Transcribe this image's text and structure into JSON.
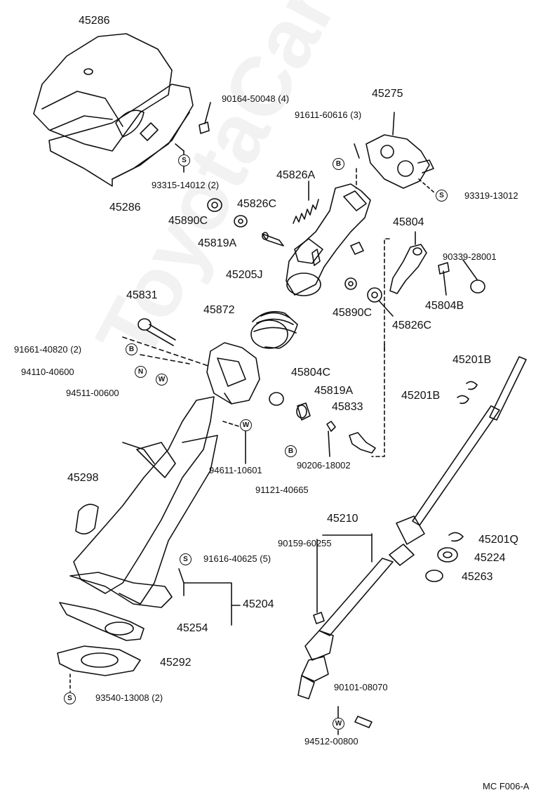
{
  "watermark": "ToyotaCarMine.ru",
  "figure_code": "MC F006-A",
  "symbols": {
    "S": "S",
    "B": "B",
    "N": "N",
    "W": "W"
  },
  "labels": {
    "p45286_top": "45286",
    "p45286_bot": "45286",
    "p90164": "90164-50048 (4)",
    "p93315": "93315-14012 (2)",
    "p45275": "45275",
    "p91611": "91611-60616 (3)",
    "p93319": "93319-13012",
    "p45826A": "45826A",
    "p45826C_1": "45826C",
    "p45890C_1": "45890C",
    "p45819A_1": "45819A",
    "p45205J": "45205J",
    "p45804": "45804",
    "p90339": "90339-28001",
    "p45804B": "45804B",
    "p45890C_2": "45890C",
    "p45826C_2": "45826C",
    "p45831": "45831",
    "p45872": "45872",
    "p91661": "91661-40820 (2)",
    "p94110": "94110-40600",
    "p94511": "94511-00600",
    "p45804C": "45804C",
    "p45819A_2": "45819A",
    "p45833": "45833",
    "p45201B_1": "45201B",
    "p45201B_2": "45201B",
    "p94611": "94611-10601",
    "p90206": "90206-18002",
    "p91121": "91121-40665",
    "p45298": "45298",
    "p45210": "45210",
    "p90159": "90159-60255",
    "p45201Q": "45201Q",
    "p45224": "45224",
    "p45263": "45263",
    "p91616": "91616-40625 (5)",
    "p45204": "45204",
    "p45254": "45254",
    "p45292": "45292",
    "p93540": "93540-13008 (2)",
    "p90101": "90101-08070",
    "p94512": "94512-00800"
  }
}
